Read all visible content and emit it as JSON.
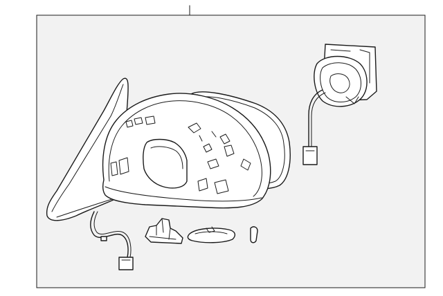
{
  "diagram": {
    "background_color": "#ffffff",
    "panel_color": "#f2f2f2",
    "line_color": "#1a1a1a",
    "parts": [
      "leader-line",
      "mirror-assembly",
      "mirror-housing",
      "mirror-glass-frame",
      "actuator-motor",
      "actuator-wire-harness",
      "base-wire-harness",
      "mount-cover",
      "signal-lamp",
      "small-clip"
    ]
  }
}
